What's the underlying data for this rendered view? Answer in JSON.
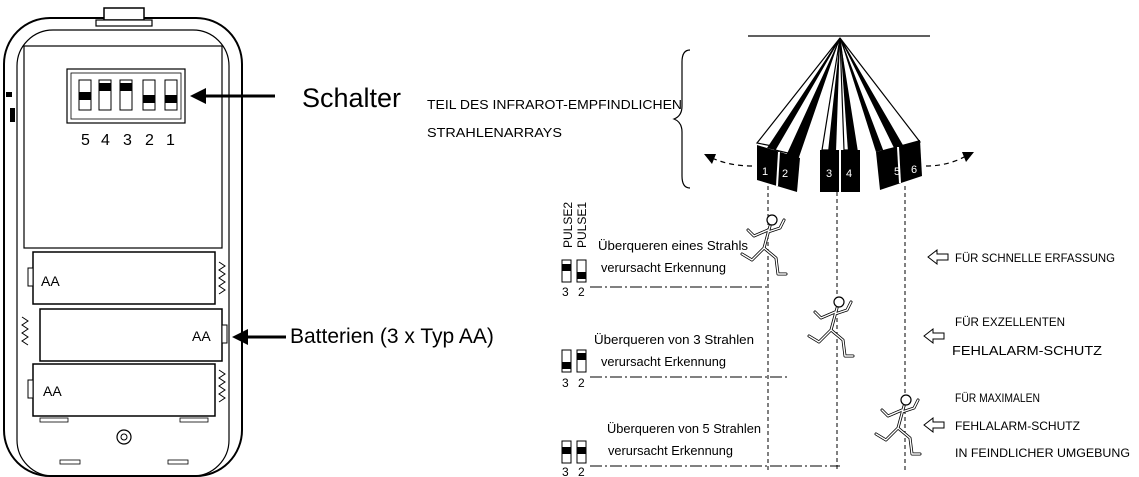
{
  "device": {
    "switch_label": "Schalter",
    "switch_numbers": [
      "5",
      "4",
      "3",
      "2",
      "1"
    ],
    "battery_label": "Batterien (3 x Typ AA)",
    "batteries": [
      "AA",
      "AA",
      "AA"
    ]
  },
  "beams": {
    "title_line1": "TEIL DES INFRAROT-EMPFINDLICHEN",
    "title_line2": "STRAHLENARRAYS",
    "numbers": [
      "1",
      "2",
      "3",
      "4",
      "5",
      "6"
    ]
  },
  "pulse": {
    "header_pulse2": "PULSE2",
    "header_pulse1": "PULSE1",
    "switch_numbers": [
      "3",
      "2"
    ]
  },
  "modes": [
    {
      "desc_line1": "Überqueren eines Strahls",
      "desc_line2": "verursacht Erkennung",
      "result_lines": [
        "FÜR SCHNELLE ERFASSUNG"
      ]
    },
    {
      "desc_line1": "Überqueren von 3 Strahlen",
      "desc_line2": "verursacht Erkennung",
      "result_lines": [
        "FÜR EXZELLENTEN",
        "FEHLALARM-SCHUTZ"
      ]
    },
    {
      "desc_line1": "Überqueren von 5 Strahlen",
      "desc_line2": "verursacht Erkennung",
      "result_lines": [
        "FÜR MAXIMALEN",
        "FEHLALARM-SCHUTZ",
        "IN FEINDLICHER UMGEBUNG"
      ]
    }
  ]
}
